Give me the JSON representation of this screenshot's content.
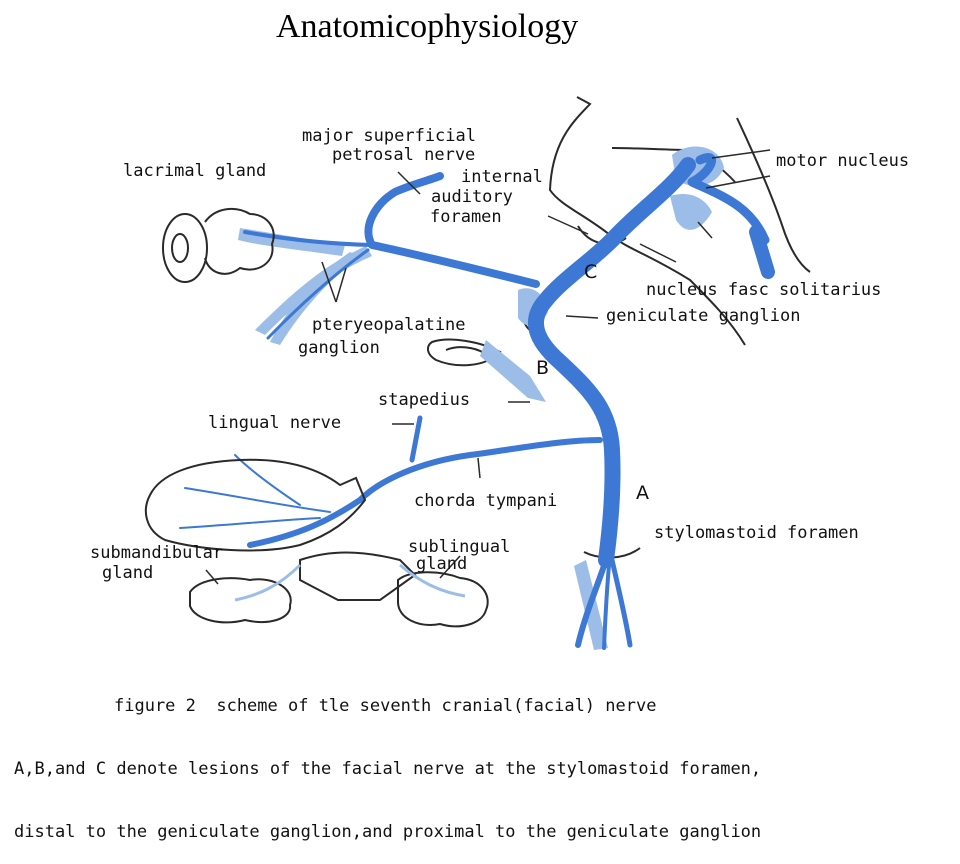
{
  "title": "Anatomicophysiology",
  "colors": {
    "nerve": "#3d78d4",
    "nerve_light": "#9cbde8",
    "outline": "#2a2a2a"
  },
  "labels": {
    "major_superficial": "major superficial",
    "petrosal_nerve": "petrosal nerve",
    "internal": "internal",
    "auditory": "auditory",
    "foramen": "foramen",
    "lacrimal_gland": "lacrimal gland",
    "motor_nucleus": "motor nucleus",
    "nucleus_fasc": "nucleus fasc solitarius",
    "geniculate_ganglion": "geniculate ganglion",
    "pteryeopalatine": "pteryeopalatine",
    "ganglion": "ganglion",
    "stapedius": "stapedius",
    "lingual_nerve": "lingual nerve",
    "chorda_tympani": "chorda tympani",
    "stylomastoid_foramen": "stylomastoid foramen",
    "submandibular": "submandibular",
    "gland": "gland",
    "sublingual": "sublingual",
    "sublingual_gland": "gland"
  },
  "lesions": {
    "a": "A",
    "b": "B",
    "c": "C"
  },
  "caption": {
    "line1": "figure 2  scheme of tle seventh cranial(facial) nerve",
    "line2": "A,B,and C denote lesions of the facial nerve at the stylomastoid foramen,",
    "line3": "distal to the geniculate ganglion,and proximal to the geniculate ganglion"
  }
}
